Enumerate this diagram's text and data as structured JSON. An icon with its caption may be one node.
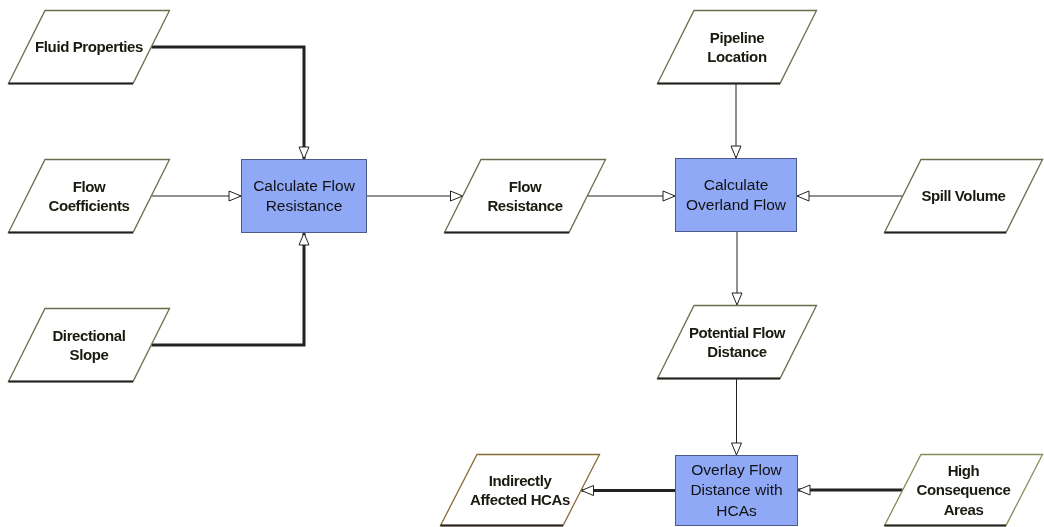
{
  "diagram": {
    "nodes": [
      {
        "text": [
          "Fluid Properties"
        ]
      },
      {
        "text": [
          "Pipeline Location"
        ]
      },
      {
        "text": [
          "Flow Coefficients"
        ]
      },
      {
        "text": [
          "Calculate Flow Resistance"
        ]
      },
      {
        "text": [
          "Flow Resistance"
        ]
      },
      {
        "text": [
          "Calculate Overland Flow"
        ]
      },
      {
        "text": [
          "Spill Volume"
        ]
      },
      {
        "text": [
          "Directional Slope"
        ]
      },
      {
        "text": [
          "Potential Flow Distance"
        ]
      },
      {
        "text": [
          "Indirectly Affected HCAs"
        ]
      },
      {
        "text": [
          "Overlay Flow Distance with HCAs"
        ]
      },
      {
        "text": [
          "High Consequence Areas"
        ]
      }
    ],
    "edges": [
      {
        "from": 0,
        "to": 3,
        "arrow": "to",
        "style": "thick"
      },
      {
        "from": 2,
        "to": 3,
        "arrow": "to"
      },
      {
        "from": 7,
        "to": 3,
        "arrow": "to",
        "style": "thick"
      },
      {
        "from": 3,
        "to": 4,
        "arrow": "to"
      },
      {
        "from": 4,
        "to": 5,
        "arrow": "to"
      },
      {
        "from": 1,
        "to": 5,
        "arrow": "to"
      },
      {
        "from": 6,
        "to": 5,
        "arrow": "to"
      },
      {
        "from": 5,
        "to": 8,
        "arrow": "to"
      },
      {
        "from": 8,
        "to": 10,
        "arrow": "to"
      },
      {
        "from": 11,
        "to": 10,
        "arrow": "to",
        "style": "thick"
      },
      {
        "from": 10,
        "to": 9,
        "arrow": "to",
        "style": "thick"
      }
    ]
  }
}
